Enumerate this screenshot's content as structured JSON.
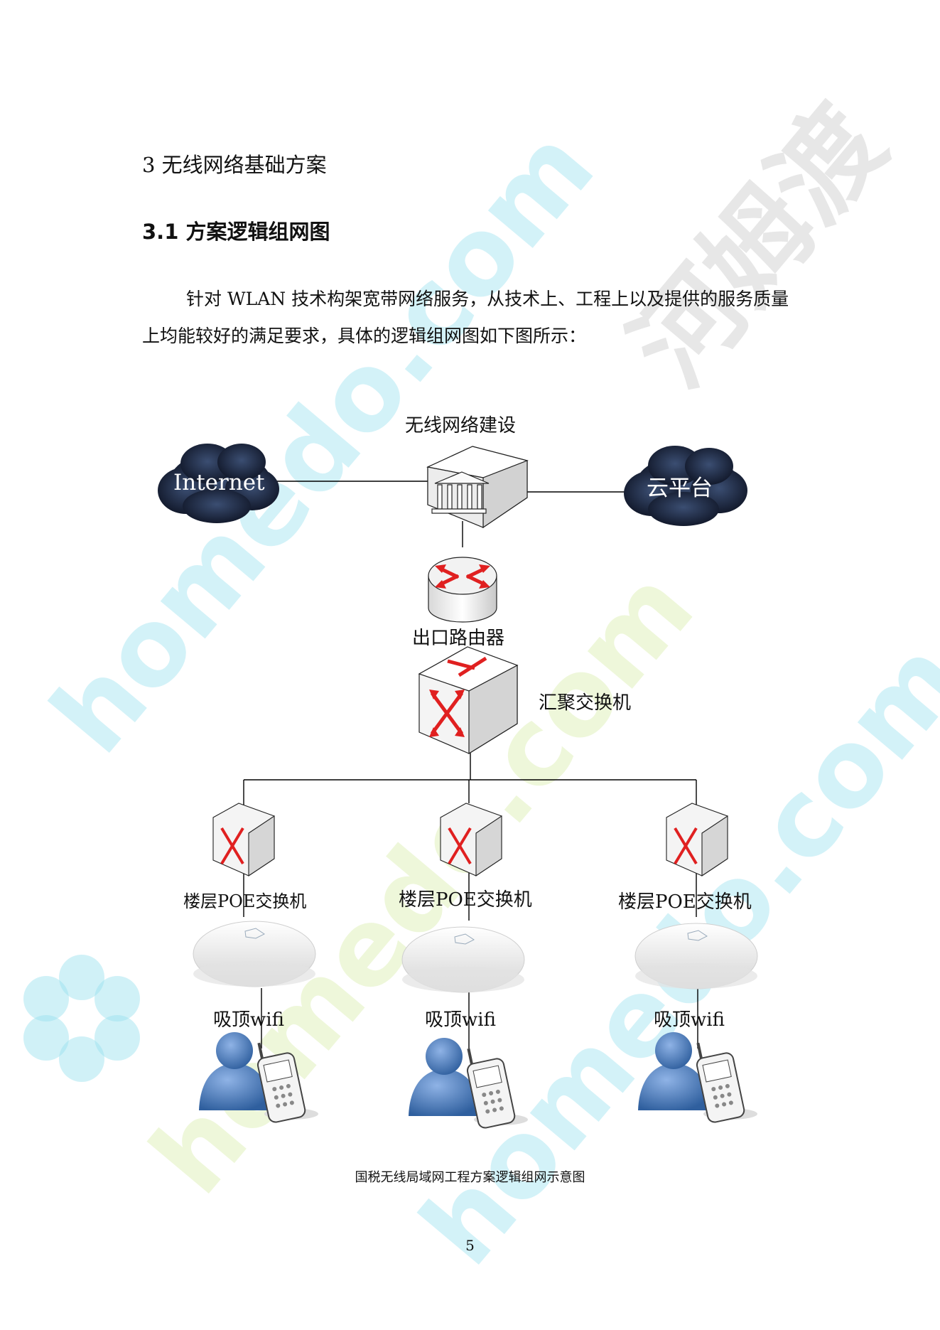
{
  "section_heading": "3 无线网络基础方案",
  "subsection_heading": "3.1 方案逻辑组网图",
  "paragraph": "针对 WLAN 技术构架宽带网络服务，从技术上、工程上以及提供的服务质量上均能较好的满足要求，具体的逻辑组网图如下图所示：",
  "diagram": {
    "server_label": "无线网络建设",
    "internet_label": "Internet",
    "cloud_platform_label": "云平台",
    "router_label": "出口路由器",
    "core_switch_label": "汇聚交换机",
    "floor_switch_label": "楼层POE交换机",
    "ap_label": "吸顶wifi"
  },
  "caption": "国税无线局域网工程方案逻辑组网示意图",
  "page_number": "5",
  "watermark": {
    "site": "homedo.com",
    "brand": "河姆渡"
  },
  "colors": {
    "arrow_red": "#e02020",
    "cloud_dark": "#1e2a44",
    "user_blue": "#4a78b8"
  }
}
